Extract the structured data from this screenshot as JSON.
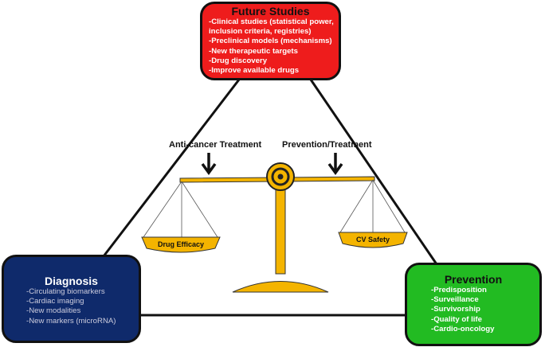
{
  "future": {
    "title": "Future Studies",
    "items": [
      "-Clinical studies (statistical power,",
      "inclusion criteria, registries)",
      "-Preclinical models (mechanisms)",
      "-New therapeutic targets",
      "-Drug discovery",
      "-Improve available drugs"
    ]
  },
  "diagnosis": {
    "title": "Diagnosis",
    "items": [
      "-Circulating biomarkers",
      "-Cardiac imaging",
      "-New  modalities",
      "-New  markers (microRNA)"
    ]
  },
  "prevention": {
    "title": "Prevention",
    "items": [
      "-Predisposition",
      "-Surveillance",
      "-Survivorship",
      "-Quality of life",
      "-Cardio-oncology"
    ]
  },
  "scale": {
    "left_label": "Anti-cancer Treatment",
    "right_label": "Prevention/Treatment",
    "left_pan": "Drug Efficacy",
    "right_pan": "CV Safety"
  },
  "colors": {
    "future": "#ee1c1c",
    "diagnosis": "#0f2a6b",
    "prevention": "#22bb22",
    "scale": "#f4b400"
  }
}
